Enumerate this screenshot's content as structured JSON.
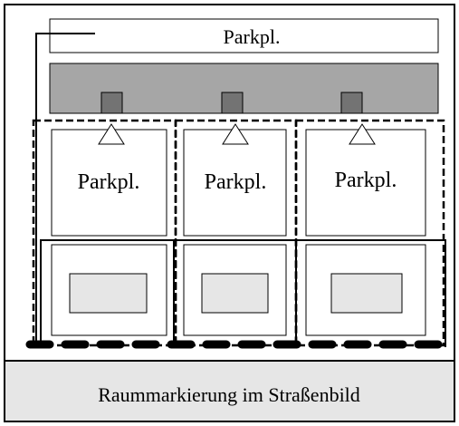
{
  "top_label": "Parkpl.",
  "spaces": [
    {
      "label": "Parkpl."
    },
    {
      "label": "Parkpl."
    },
    {
      "label": "Parkpl."
    }
  ],
  "caption": "Raummarkierung im Straßenbild",
  "colors": {
    "background": "#ffffff",
    "outline": "#000000",
    "band": "#a6a6a6",
    "marker": "#737373",
    "caption_bg": "#e6e6e6",
    "inner_rect": "#e6e6e6"
  }
}
